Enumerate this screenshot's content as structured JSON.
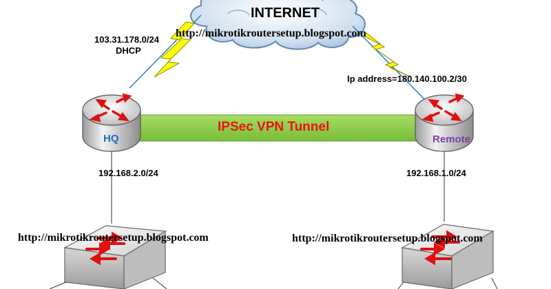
{
  "internet": {
    "label": "INTERNET"
  },
  "watermark": "http://mikrotikroutersetup.blogspot.com",
  "hq": {
    "label": "HQ",
    "wan_subnet": "103.31.178.0/24",
    "wan_mode": "DHCP",
    "lan_subnet": "192.168.2.0/24"
  },
  "remote": {
    "label": "Remote",
    "wan_ip": "Ip address=180.140.100.2/30",
    "lan_subnet": "192.168.1.0/24"
  },
  "tunnel": {
    "label": "IPSec VPN Tunnel"
  },
  "colors": {
    "tunnel_green": "#8dcf4a",
    "tunnel_text": "#ee1111",
    "hq_text": "#1b6fb8",
    "remote_text": "#7a3fa6",
    "lightning": "#ffff00",
    "arrow_red": "#e01010",
    "cloud": "#a9c4de"
  },
  "icons": {
    "cloud": "internet-cloud-icon",
    "router": "router-icon",
    "switch": "switch-icon",
    "link": "lightning-link-icon"
  }
}
